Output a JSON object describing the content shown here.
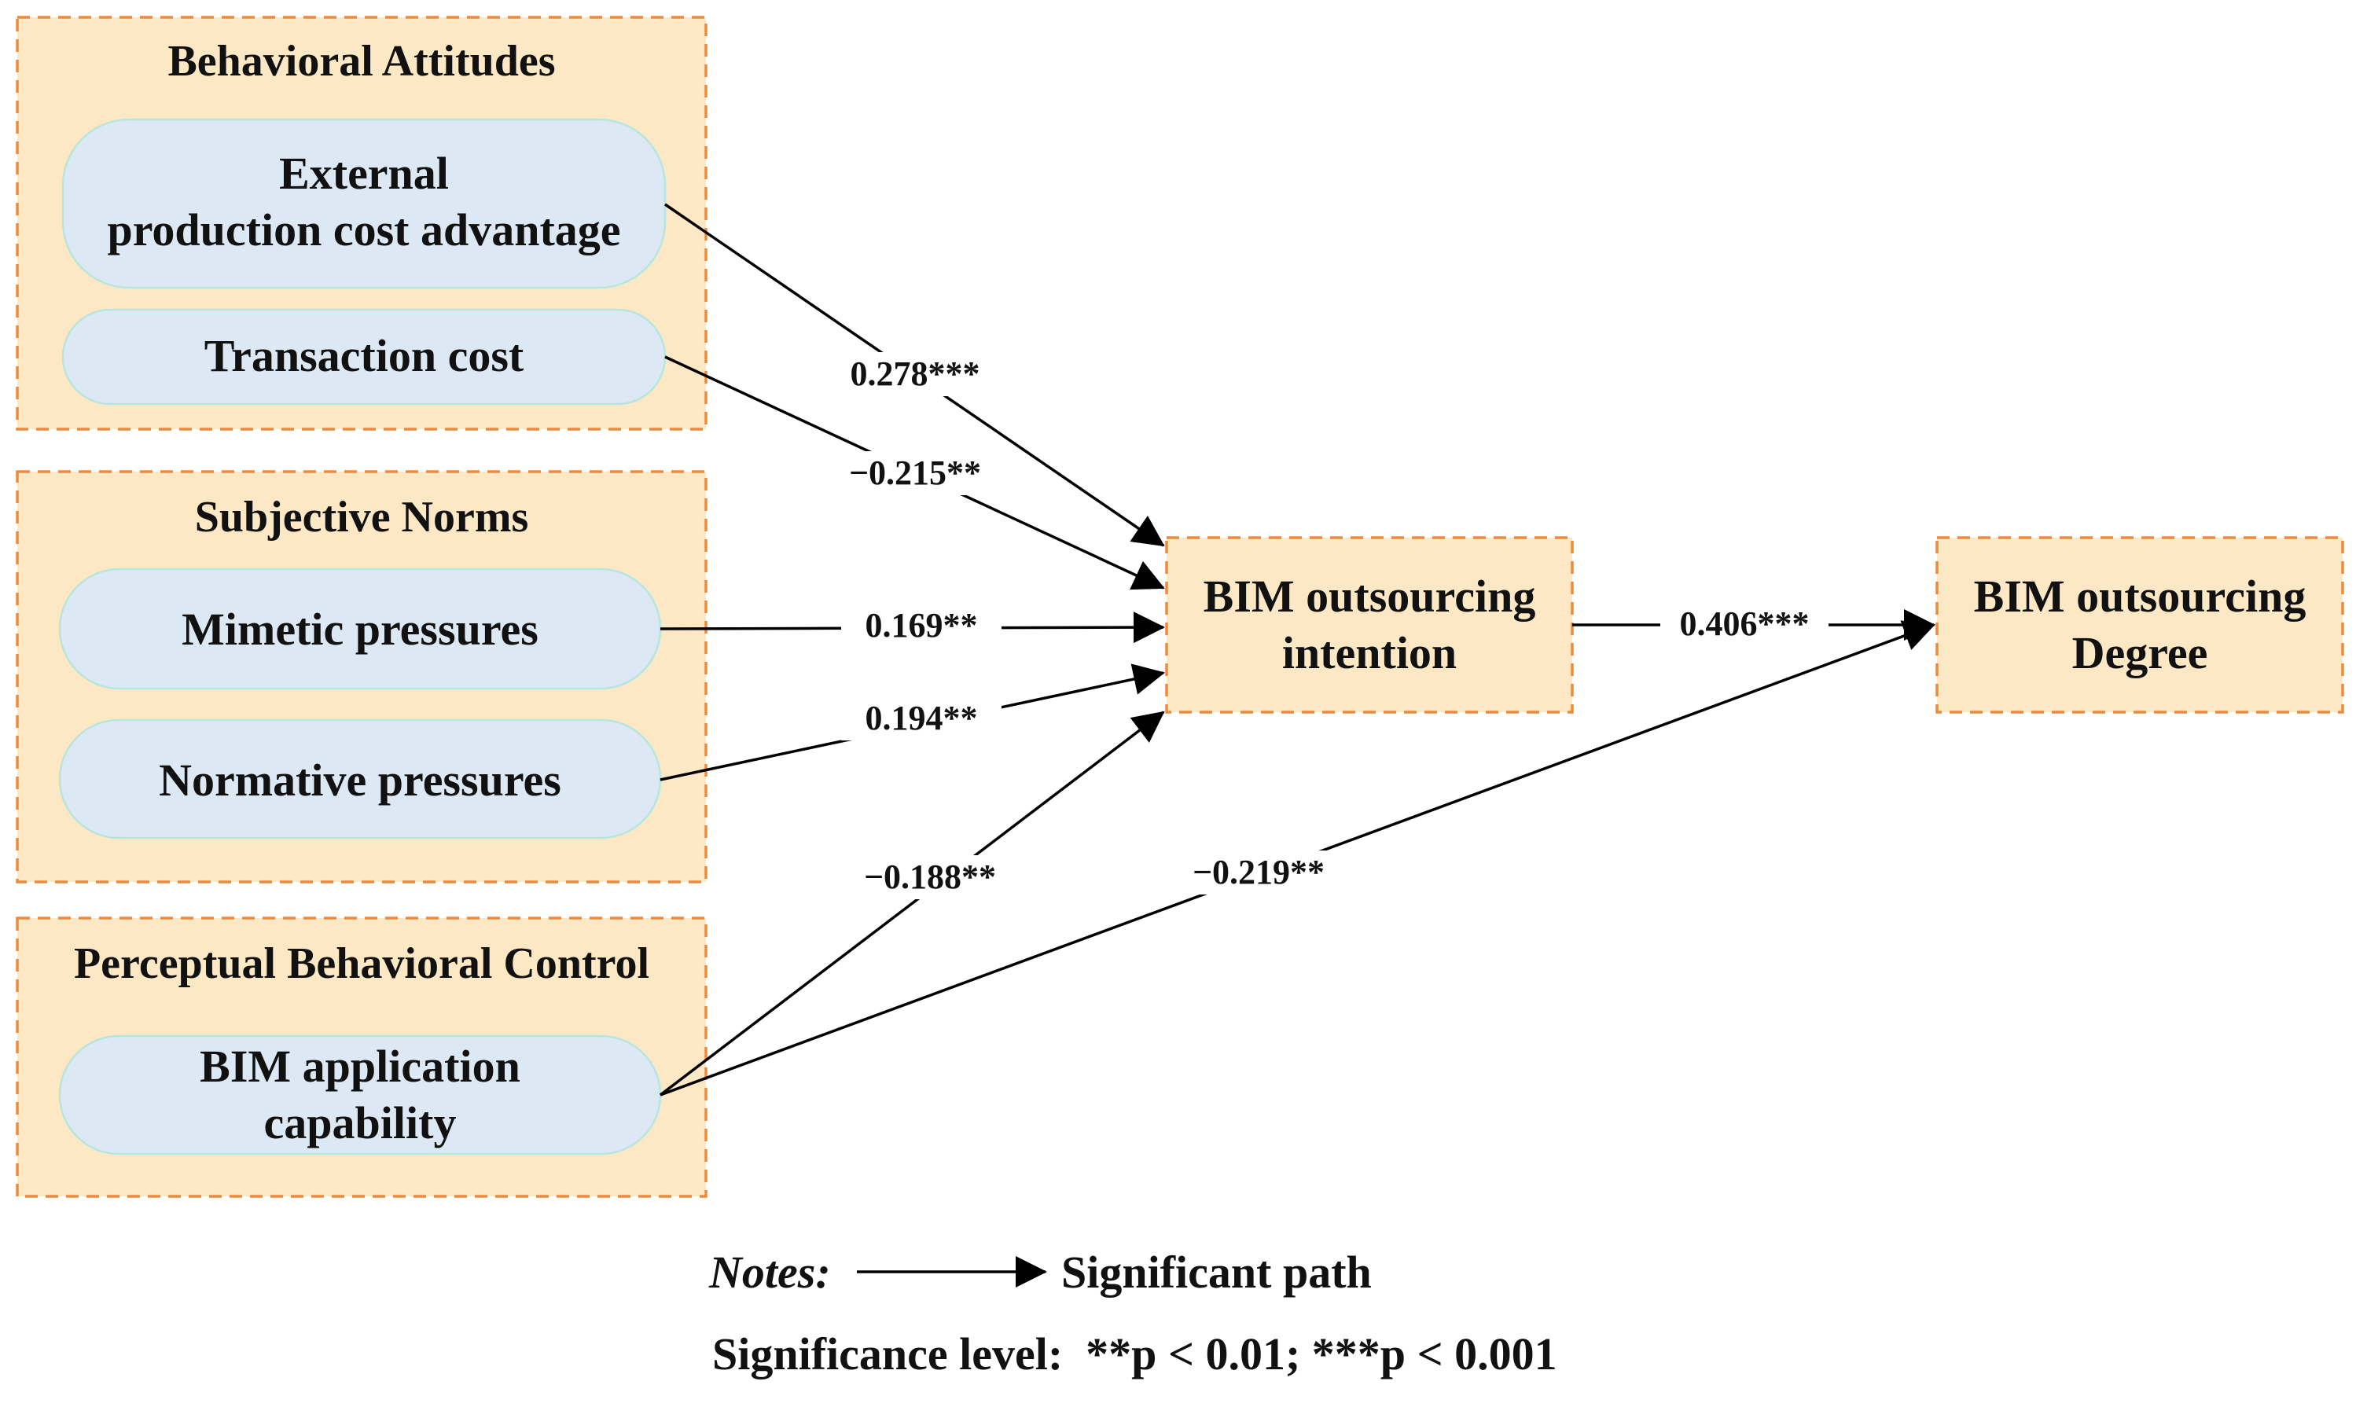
{
  "groups": {
    "attitudes": {
      "title": "Behavioral Attitudes",
      "external_cost": [
        "External",
        "production cost advantage"
      ],
      "transaction_cost": "Transaction cost"
    },
    "norms": {
      "title": "Subjective Norms",
      "mimetic": "Mimetic pressures",
      "normative": "Normative pressures"
    },
    "control": {
      "title": "Perceptual Behavioral Control",
      "capability": [
        "BIM application",
        "capability"
      ]
    }
  },
  "outcomes": {
    "intention": [
      "BIM outsourcing",
      "intention"
    ],
    "degree": [
      "BIM outsourcing",
      "Degree"
    ]
  },
  "paths": [
    {
      "from": "External production cost advantage",
      "to": "BIM outsourcing intention",
      "coefficient": "0.278***"
    },
    {
      "from": "Transaction cost",
      "to": "BIM outsourcing intention",
      "coefficient": "−0.215**"
    },
    {
      "from": "Mimetic pressures",
      "to": "BIM outsourcing intention",
      "coefficient": "0.169**"
    },
    {
      "from": "Normative pressures",
      "to": "BIM outsourcing intention",
      "coefficient": "0.194**"
    },
    {
      "from": "BIM application capability",
      "to": "BIM outsourcing intention",
      "coefficient": "−0.188**"
    },
    {
      "from": "BIM outsourcing intention",
      "to": "BIM outsourcing Degree",
      "coefficient": "0.406***"
    },
    {
      "from": "BIM application capability",
      "to": "BIM outsourcing Degree",
      "coefficient": "−0.219**"
    }
  ],
  "notes": {
    "label": "Notes:",
    "legend": "Significant path",
    "significance": "Significance level:  **p < 0.01; ***p < 0.001"
  },
  "colors": {
    "group_fill": "#FCE8C4",
    "group_border": "#EE8A3C",
    "factor_fill": "#DCE8F3",
    "factor_border": "#B8E6DE"
  }
}
